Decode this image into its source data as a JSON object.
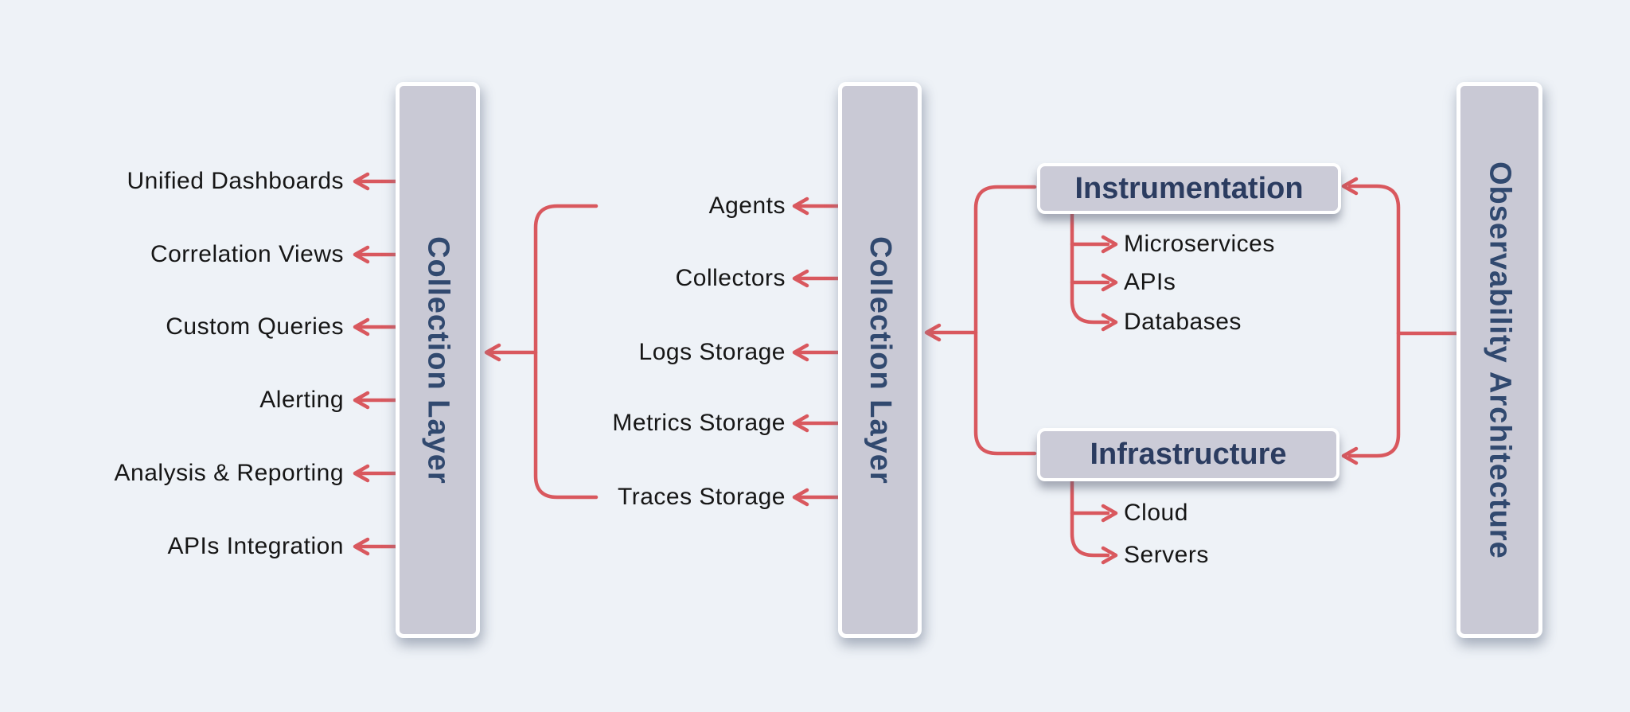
{
  "bars": {
    "left": {
      "label": "Collection Layer"
    },
    "middle": {
      "label": "Collection Layer"
    },
    "right": {
      "label": "Observability Architecture"
    }
  },
  "left_panel": {
    "items": [
      "Unified Dashboards",
      "Correlation Views",
      "Custom Queries",
      "Alerting",
      "Analysis & Reporting",
      "APIs Integration"
    ]
  },
  "middle_panel": {
    "items": [
      "Agents",
      "Collectors",
      "Logs Storage",
      "Metrics Storage",
      "Traces Storage"
    ]
  },
  "groups": [
    {
      "title": "Instrumentation",
      "children": [
        "Microservices",
        "APIs",
        "Databases"
      ]
    },
    {
      "title": "Infrastructure",
      "children": [
        "Cloud",
        "Servers"
      ]
    }
  ],
  "colors": {
    "background": "#eef2f7",
    "bar_fill": "#c9c9d5",
    "accent_line": "#d9585e",
    "navy_text": "#2e4369",
    "item_text": "#161616"
  }
}
